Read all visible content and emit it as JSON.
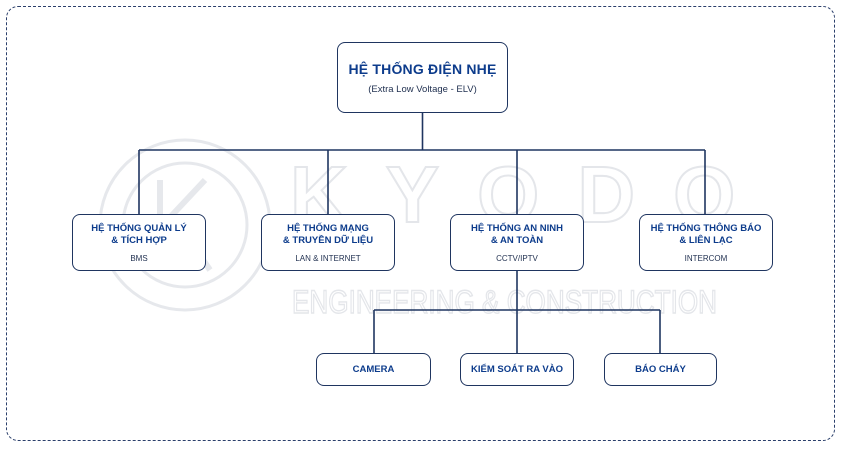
{
  "root": {
    "title": "HỆ THỐNG ĐIỆN NHẸ",
    "subtitle": "(Extra Low Voltage - ELV)"
  },
  "systems": [
    {
      "line1": "HỆ THỐNG QUẢN LÝ",
      "line2": "& TÍCH HỢP",
      "tag": "BMS"
    },
    {
      "line1": "HỆ THỐNG MẠNG",
      "line2": "& TRUYỀN DỮ LIỆU",
      "tag": "LAN & INTERNET"
    },
    {
      "line1": "HỆ THỐNG AN NINH",
      "line2": "& AN TOÀN",
      "tag": "CCTV/IPTV"
    },
    {
      "line1": "HỆ THỐNG THÔNG BÁO",
      "line2": "& LIÊN LẠC",
      "tag": "INTERCOM"
    }
  ],
  "subsystems": [
    {
      "label": "CAMERA"
    },
    {
      "label": "KIỂM SOÁT RA VÀO"
    },
    {
      "label": "BÁO CHÁY"
    }
  ],
  "watermark": {
    "brand": "KYODO",
    "tagline": "ENGINEERING & CONSTRUCTION"
  },
  "colors": {
    "border": "#1f3560",
    "title": "#0d3c8c",
    "frame": "#2b3f6b"
  }
}
